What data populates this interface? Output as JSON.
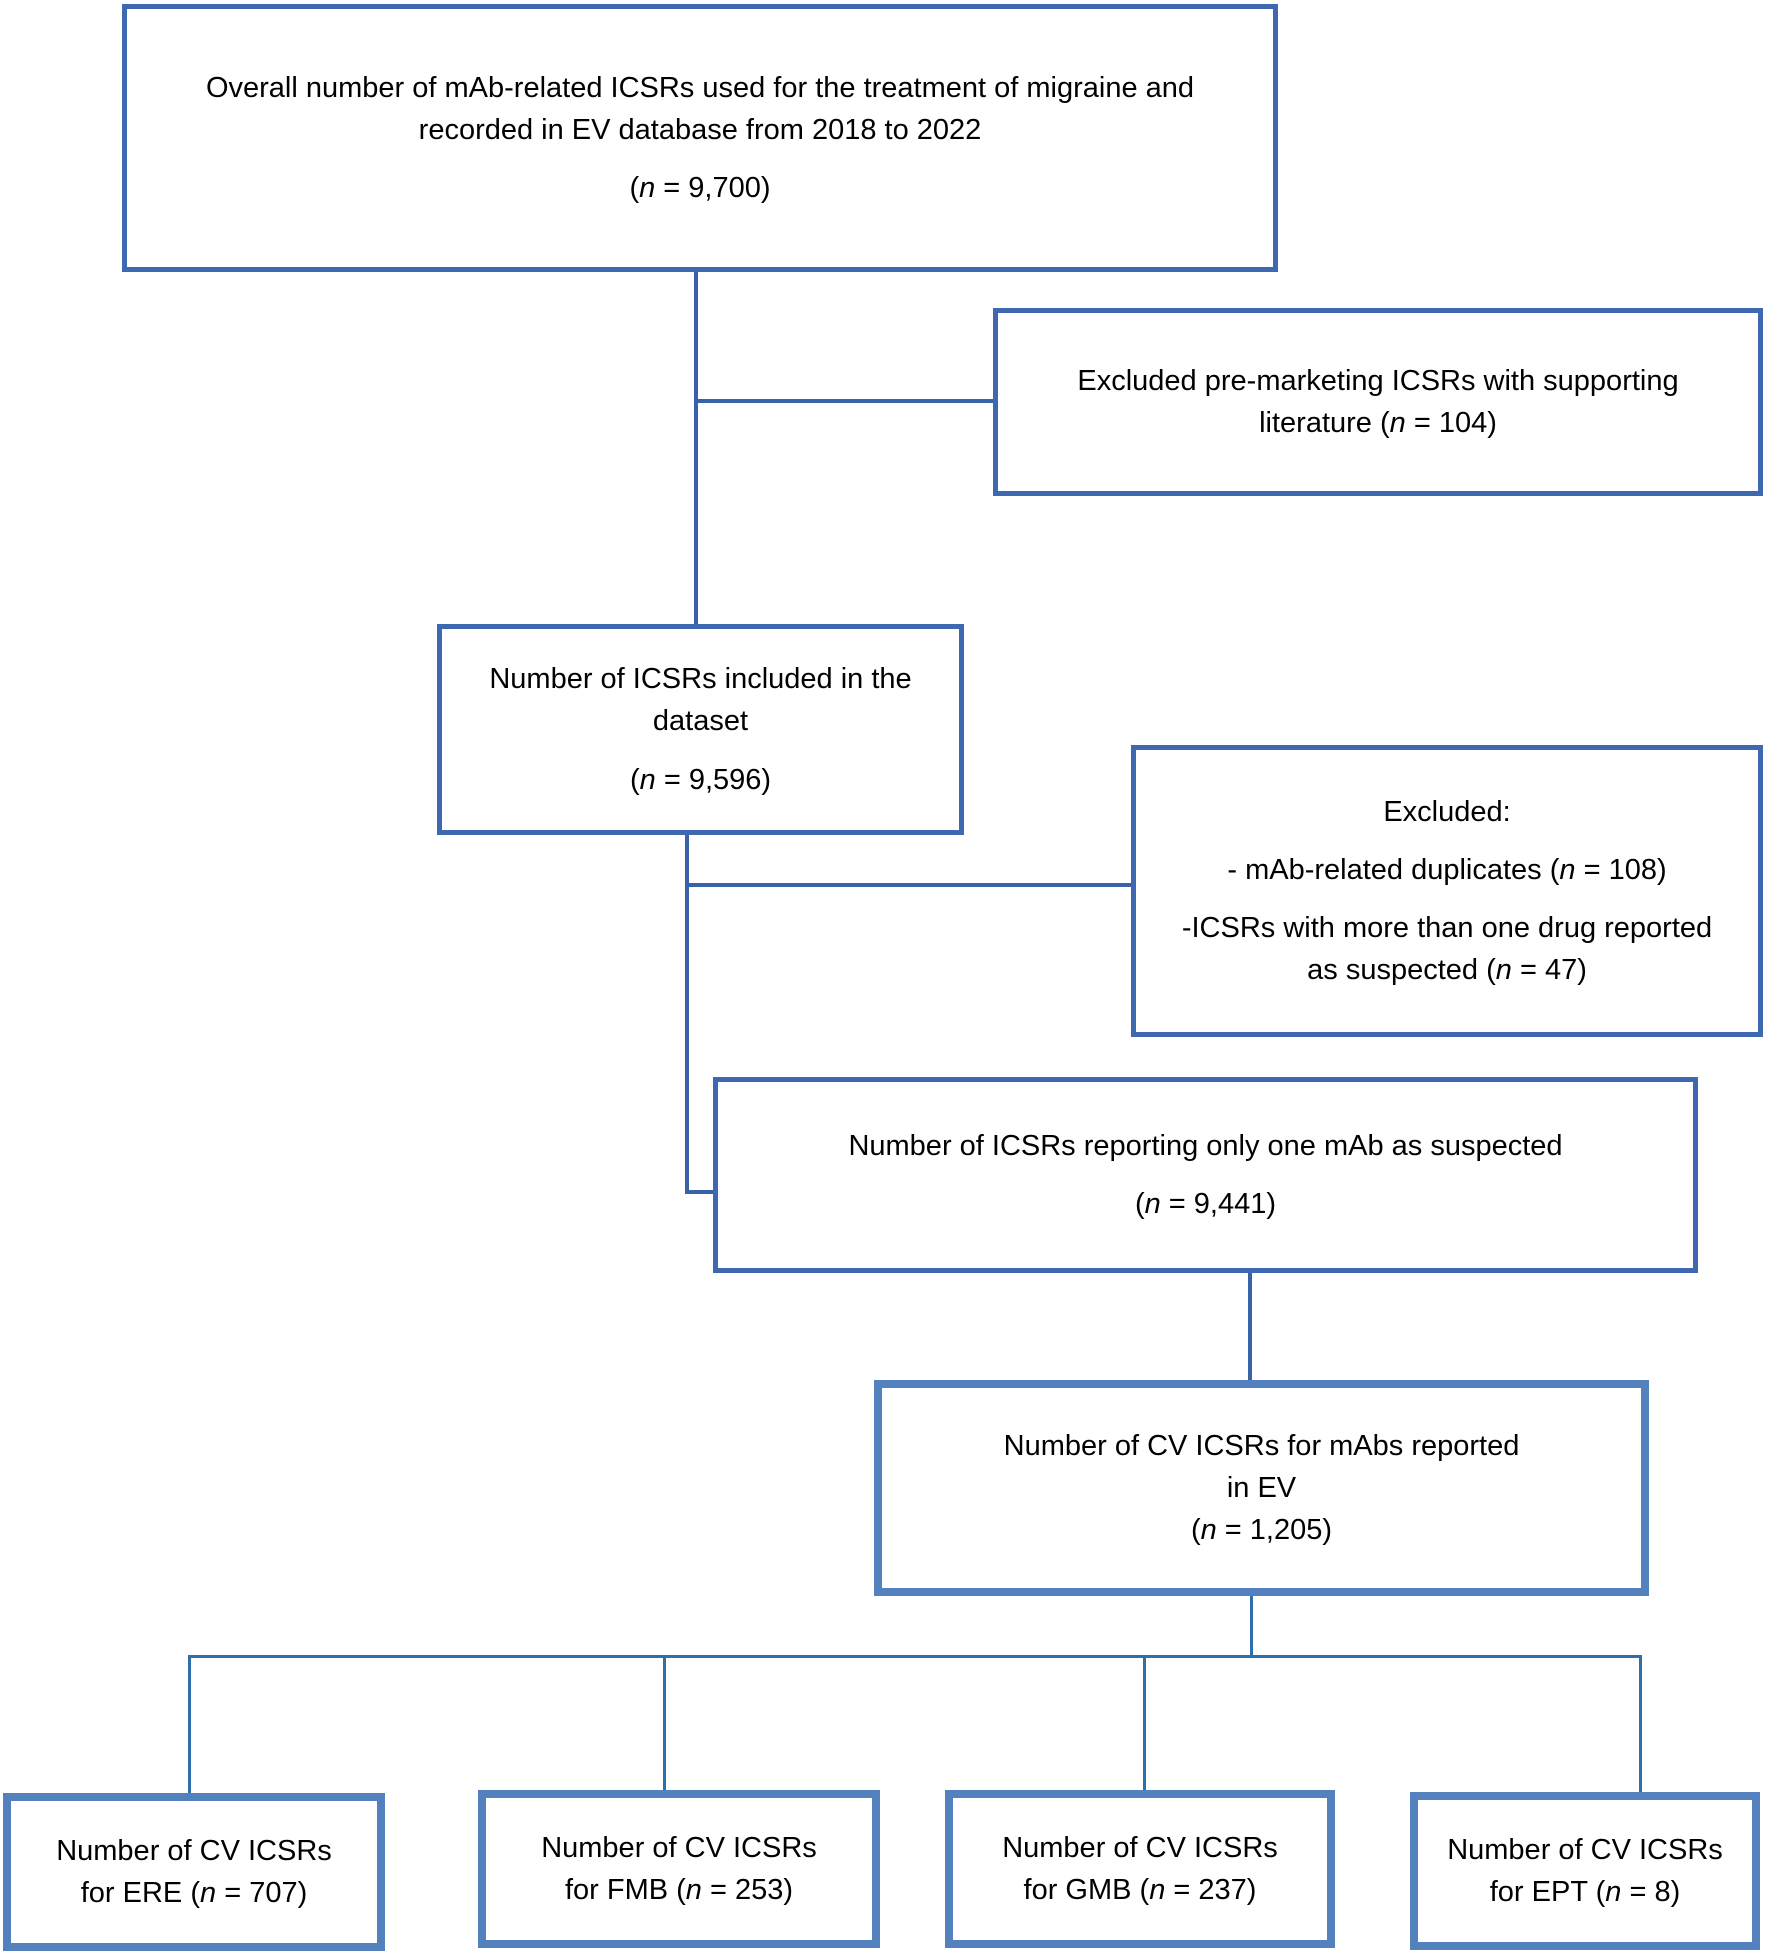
{
  "figure": {
    "type": "study-selection-flowchart",
    "description_counts": {
      "overall": "9,700",
      "excluded_premarketing": "104",
      "included_dataset": "9,596",
      "excluded_duplicates": "108",
      "excluded_multi_drug": "47",
      "one_mab_suspected": "9,441",
      "cv_icsrs_mabs": "1,205",
      "ere": "707",
      "fmb": "253",
      "gmb": "237",
      "ept": "8"
    }
  },
  "colors": {
    "border_thin": "#3e68b0",
    "border_thick": "#5381be",
    "connector": "#3a62a8",
    "rail": "#2e6fae",
    "text": "#000000",
    "background": "#ffffff"
  },
  "boxes": {
    "overall": {
      "lines": [
        {
          "segs": [
            {
              "t": "Overall number of mAb-related ICSRs used for the treatment of migraine and"
            }
          ]
        },
        {
          "segs": [
            {
              "t": "recorded in EV database from 2018 to 2022"
            }
          ]
        },
        {
          "gap": true,
          "segs": [
            {
              "t": "("
            },
            {
              "t": "n",
              "i": true
            },
            {
              "t": " = 9,700)"
            }
          ]
        }
      ]
    },
    "excluded_premarketing": {
      "lines": [
        {
          "segs": [
            {
              "t": "Excluded pre-marketing ICSRs with supporting"
            }
          ]
        },
        {
          "segs": [
            {
              "t": "literature ("
            },
            {
              "t": "n",
              "i": true
            },
            {
              "t": " = 104)"
            }
          ]
        }
      ]
    },
    "included_dataset": {
      "lines": [
        {
          "segs": [
            {
              "t": "Number of ICSRs included in the"
            }
          ]
        },
        {
          "segs": [
            {
              "t": "dataset"
            }
          ]
        },
        {
          "gap": true,
          "segs": [
            {
              "t": "("
            },
            {
              "t": "n",
              "i": true
            },
            {
              "t": " = 9,596)"
            }
          ]
        }
      ]
    },
    "excluded_other": {
      "lines": [
        {
          "segs": [
            {
              "t": "Excluded:"
            }
          ]
        },
        {
          "gap": true,
          "segs": [
            {
              "t": "- mAb-related duplicates ("
            },
            {
              "t": "n",
              "i": true
            },
            {
              "t": " = 108)"
            }
          ]
        },
        {
          "gap": true,
          "segs": [
            {
              "t": "-ICSRs with more than one drug reported"
            }
          ]
        },
        {
          "segs": [
            {
              "t": "as suspected ("
            },
            {
              "t": "n",
              "i": true
            },
            {
              "t": " = 47)"
            }
          ]
        }
      ]
    },
    "one_mab": {
      "lines": [
        {
          "segs": [
            {
              "t": "Number of ICSRs reporting only one mAb as suspected"
            }
          ]
        },
        {
          "gap": true,
          "segs": [
            {
              "t": "("
            },
            {
              "t": "n",
              "i": true
            },
            {
              "t": " = 9,441)"
            }
          ]
        }
      ]
    },
    "cv_mabs": {
      "lines": [
        {
          "segs": [
            {
              "t": "Number of CV ICSRs for mAbs reported"
            }
          ]
        },
        {
          "segs": [
            {
              "t": "in EV"
            }
          ]
        },
        {
          "segs": [
            {
              "t": "("
            },
            {
              "t": "n",
              "i": true
            },
            {
              "t": " = 1,205)"
            }
          ]
        }
      ]
    },
    "ere": {
      "lines": [
        {
          "segs": [
            {
              "t": "Number of CV ICSRs"
            }
          ]
        },
        {
          "segs": [
            {
              "t": "for ERE ("
            },
            {
              "t": "n",
              "i": true
            },
            {
              "t": " = 707)"
            }
          ]
        }
      ]
    },
    "fmb": {
      "lines": [
        {
          "segs": [
            {
              "t": "Number of CV ICSRs"
            }
          ]
        },
        {
          "segs": [
            {
              "t": "for FMB ("
            },
            {
              "t": "n",
              "i": true
            },
            {
              "t": " = 253)"
            }
          ]
        }
      ]
    },
    "gmb": {
      "lines": [
        {
          "segs": [
            {
              "t": "Number of CV ICSRs"
            }
          ]
        },
        {
          "segs": [
            {
              "t": "for GMB ("
            },
            {
              "t": "n",
              "i": true
            },
            {
              "t": " = 237)"
            }
          ]
        }
      ]
    },
    "ept": {
      "lines": [
        {
          "segs": [
            {
              "t": "Number of CV ICSRs"
            }
          ]
        },
        {
          "segs": [
            {
              "t": "for EPT ("
            },
            {
              "t": "n",
              "i": true
            },
            {
              "t": " = 8)"
            }
          ]
        }
      ]
    }
  }
}
